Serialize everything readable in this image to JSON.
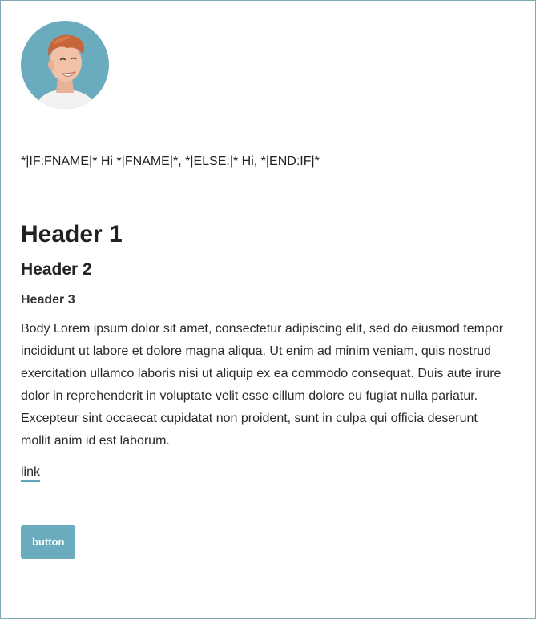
{
  "avatar": {
    "icon": "avatar-photo",
    "background_color": "#6aabbd"
  },
  "merge_tag_line": "*|IF:FNAME|* Hi *|FNAME|*, *|ELSE:|* Hi, *|END:IF|*",
  "headers": {
    "h1": "Header 1",
    "h2": "Header 2",
    "h3": "Header 3"
  },
  "body": "Body Lorem ipsum dolor sit amet, consectetur adipiscing elit, sed do eiusmod tempor incididunt ut labore et dolore magna aliqua. Ut enim ad minim veniam, quis nostrud exercitation ullamco laboris nisi ut aliquip ex ea commodo consequat. Duis aute irure dolor in reprehenderit in voluptate velit esse cillum dolore eu fugiat nulla pariatur. Excepteur sint occaecat cupidatat non proident, sunt in culpa qui officia deserunt mollit anim id est laborum.",
  "link_label": "link",
  "button_label": "button",
  "colors": {
    "accent": "#6aabbd",
    "border": "#7fa8b3",
    "text": "#222222"
  }
}
